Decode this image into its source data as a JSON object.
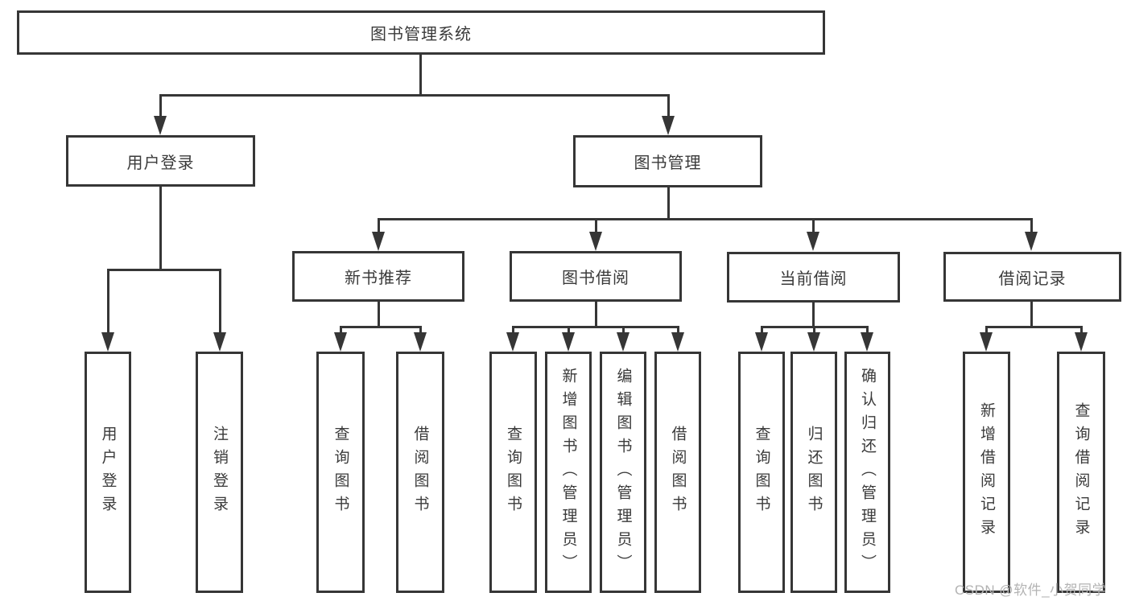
{
  "title": "图书管理系统",
  "watermark": "CSDN @软件_小贺同学",
  "colors": {
    "line": "#363636",
    "text": "#3a3a3a",
    "watermark": "#b3b3b3",
    "background": "#ffffff"
  },
  "nodes": {
    "root": "图书管理系统",
    "user_login": "用户登录",
    "book_mgmt": "图书管理",
    "new_book_rec": "新书推荐",
    "book_borrow": "图书借阅",
    "current_borrow": "当前借阅",
    "borrow_record": "借阅记录",
    "leaf_login": "用户登录",
    "leaf_logout": "注销登录",
    "leaf_rec_query": "查询图书",
    "leaf_rec_borrow": "借阅图书",
    "leaf_bb_query": "查询图书",
    "leaf_bb_add": "新增图书（管理员）",
    "leaf_bb_edit": "编辑图书（管理员）",
    "leaf_bb_borrow": "借阅图书",
    "leaf_cb_query": "查询图书",
    "leaf_cb_return": "归还图书",
    "leaf_cb_confirm": "确认归还（管理员）",
    "leaf_br_add": "新增借阅记录",
    "leaf_br_query": "查询借阅记录"
  }
}
